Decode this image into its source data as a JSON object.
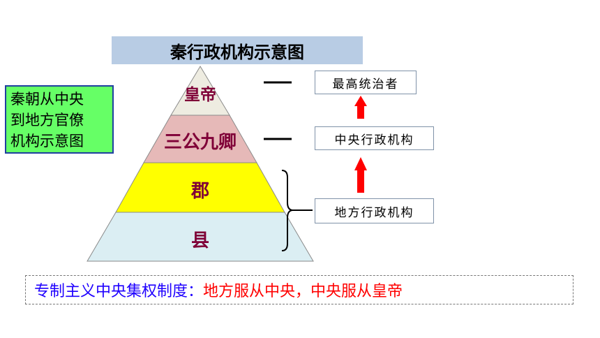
{
  "title": "秦行政机构示意图",
  "side_note": [
    "秦朝从中央",
    "到地方官僚",
    "机构示意图"
  ],
  "pyramid": {
    "layers": [
      {
        "label": "皇帝",
        "color": "#eeece1"
      },
      {
        "label": "三公九卿",
        "color": "#e6b9b8"
      },
      {
        "label": "郡",
        "color": "#ffff00"
      },
      {
        "label": "县",
        "color": "#dbeef3"
      }
    ]
  },
  "roles": [
    {
      "label": "最高统治者"
    },
    {
      "label": "中央行政机构"
    },
    {
      "label": "地方行政机构"
    }
  ],
  "summary": {
    "prefix": "专制主义中央集权制度：",
    "content": "地方服从中央，中央服从皇帝"
  },
  "colors": {
    "title_bg": "#b8cce4",
    "side_note_bg": "#66ff66",
    "label_text": "#7f0037",
    "arrow": "#ff0000",
    "summary_prefix": "#1f00ff",
    "summary_content": "#ff0000"
  }
}
